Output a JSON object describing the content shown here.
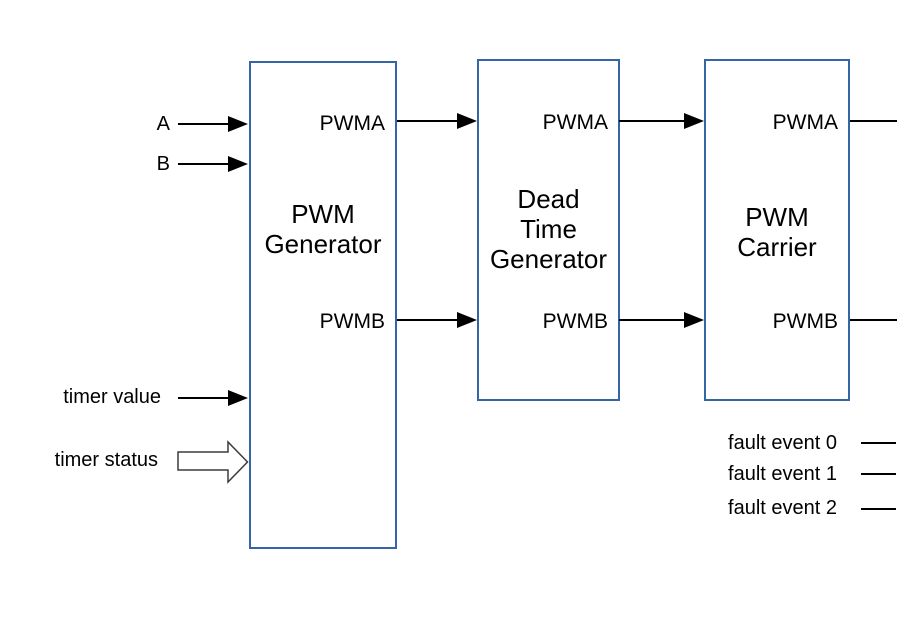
{
  "diagram": {
    "blocks": [
      {
        "id": "pwm-generator",
        "title": "PWM\nGenerator",
        "top_port": "PWMA",
        "bottom_port": "PWMB"
      },
      {
        "id": "dead-time-generator",
        "title": "Dead\nTime\nGenerator",
        "top_port": "PWMA",
        "bottom_port": "PWMB"
      },
      {
        "id": "pwm-carrier",
        "title": "PWM\nCarrier",
        "top_port": "PWMA",
        "bottom_port": "PWMB"
      }
    ],
    "inputs": {
      "a": "A",
      "b": "B",
      "timer_value": "timer value",
      "timer_status": "timer status"
    },
    "fault_events": [
      "fault event 0",
      "fault event 1",
      "fault event 2"
    ],
    "colors": {
      "background": "#ffffff",
      "block_border": "#3465a4",
      "block_fill": "#ffffff",
      "line": "#000000",
      "text": "#000000",
      "block_arrow_outline": "#3c3c3c"
    }
  }
}
